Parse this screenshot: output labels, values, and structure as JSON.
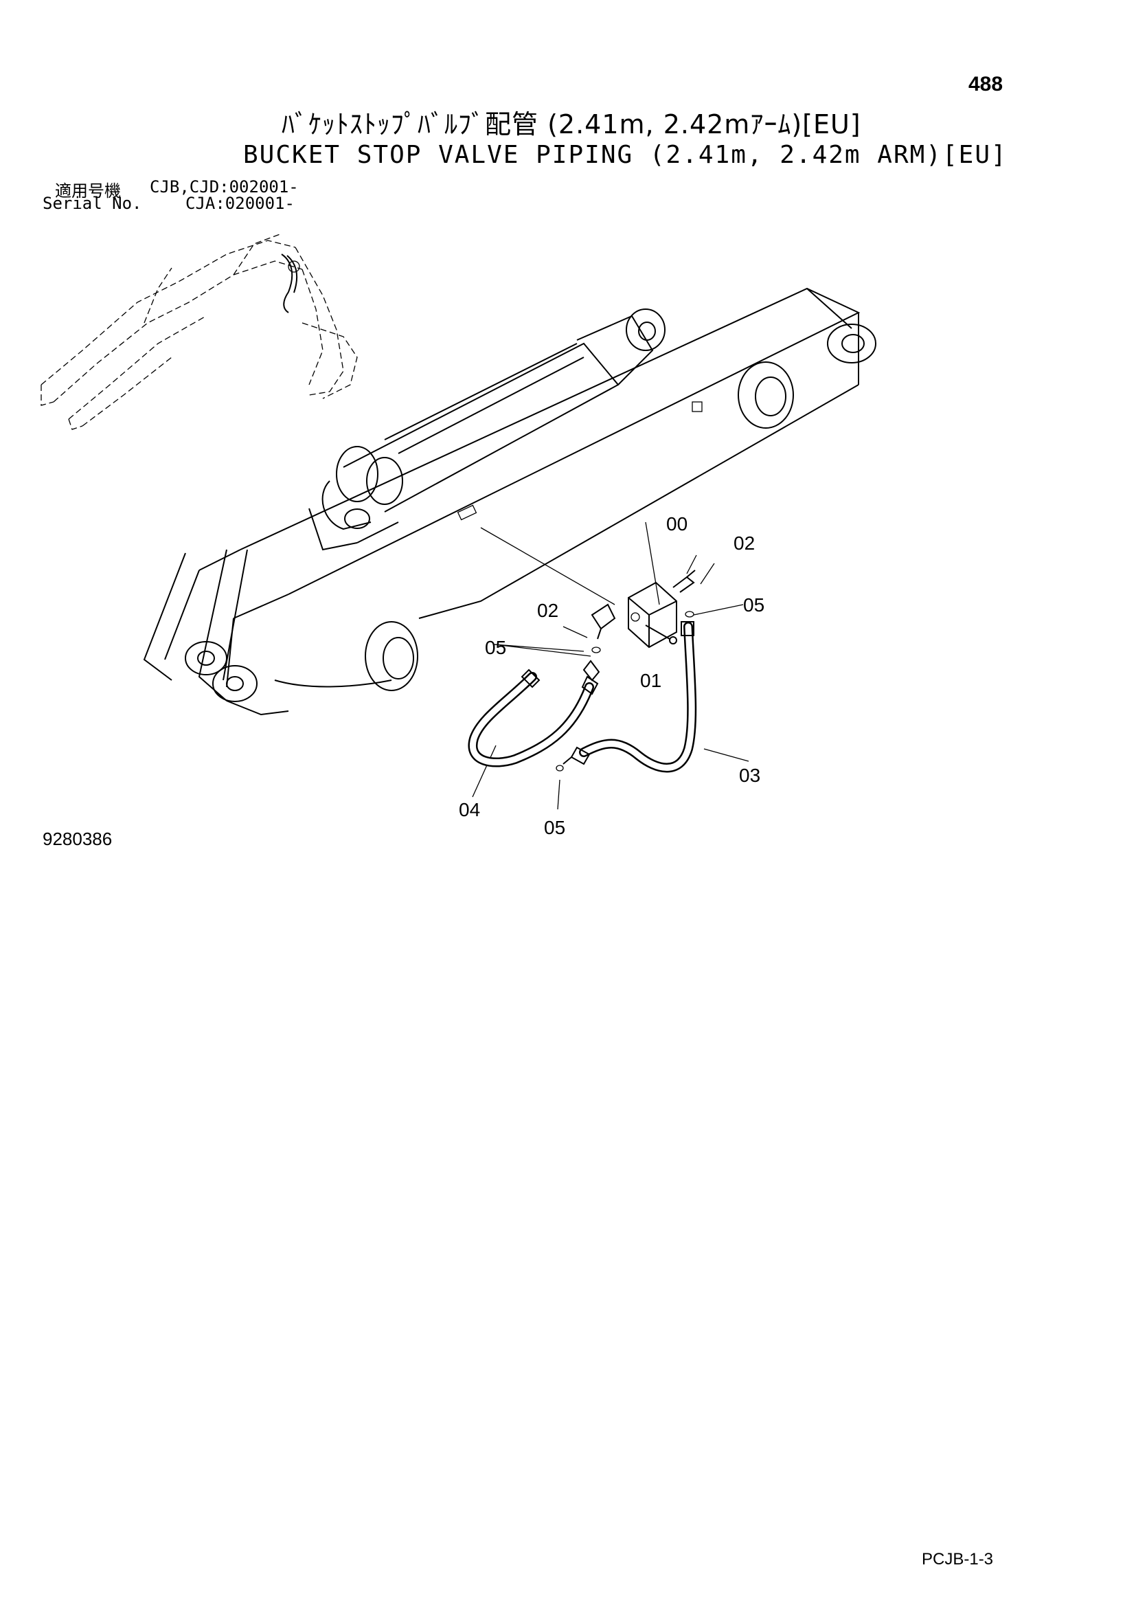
{
  "header": {
    "page_number": "488",
    "title_jp": "ﾊﾞｹｯﾄｽﾄｯﾌﾟﾊﾞﾙﾌﾞ配管 (2.41m, 2.42mｱｰﾑ)[EU]",
    "title_en": "BUCKET STOP VALVE PIPING (2.41m, 2.42m ARM)[EU]"
  },
  "applicability": {
    "label_jp": "適用号機",
    "label_en": "Serial No.",
    "value_1": "CJB,CJD:002001-",
    "value_2": "CJA:020001-"
  },
  "callouts": {
    "c00": "00",
    "c01": "01",
    "c02a": "02",
    "c02b": "02",
    "c03": "03",
    "c04": "04",
    "c05a": "05",
    "c05b": "05",
    "c05c": "05"
  },
  "footer": {
    "figure_number": "9280386",
    "page_code": "PCJB-1-3"
  }
}
